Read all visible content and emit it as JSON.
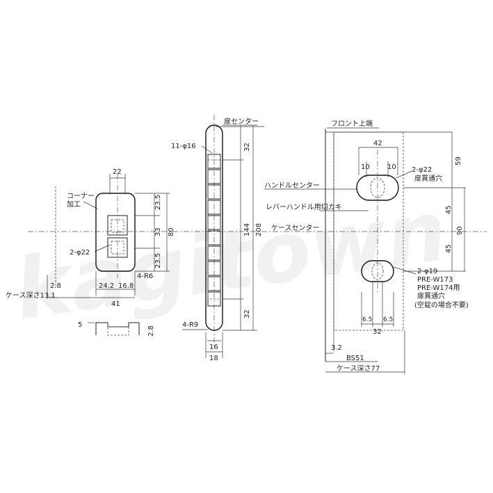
{
  "watermark": "kagitown",
  "front_view": {
    "dims": {
      "width": "22",
      "h1": "23.5",
      "h2": "33",
      "h3": "23.5",
      "total": "80",
      "left": "24.2",
      "right": "16.8",
      "overall": "41",
      "t": "2.8"
    },
    "labels": {
      "corner_1": "コーナー",
      "corner_2": "加工",
      "hole": "2-φ22",
      "radius": "4-R6",
      "case_depth": "ケース深さ13.1"
    }
  },
  "side_detail": {
    "d1": "5",
    "d2": "2.8"
  },
  "strike_view": {
    "dims": {
      "top": "32",
      "mid": "144",
      "bottom": "32",
      "total": "208",
      "w_in": "16",
      "w_out": "18"
    },
    "labels": {
      "door_center": "扉センター",
      "holes": "11-φ16",
      "radius": "4-R9"
    }
  },
  "right_view": {
    "labels": {
      "front_top": "フロント上端",
      "handle_center": "ハンドルセンター",
      "lever_note": "レバーハンドル用切カキ",
      "case_center": "ケースセンター",
      "upper_hole_1": "2-φ22",
      "upper_hole_2": "扉貫通穴",
      "lower_1": "2-φ19",
      "lower_2": "PRE-W173",
      "lower_3": "PRE-W174用",
      "lower_4": "扉貫通穴",
      "lower_5": "(空錠の場合不要)"
    },
    "dims": {
      "w42": "42",
      "w10a": "10",
      "w10b": "10",
      "v59": "59",
      "v45a": "45",
      "v45b": "45",
      "v90": "90",
      "w65a": "6.5",
      "w65b": "6.5",
      "w32": "32",
      "t32": "3.2",
      "bs": "BS51",
      "depth": "ケース深さ77"
    }
  }
}
